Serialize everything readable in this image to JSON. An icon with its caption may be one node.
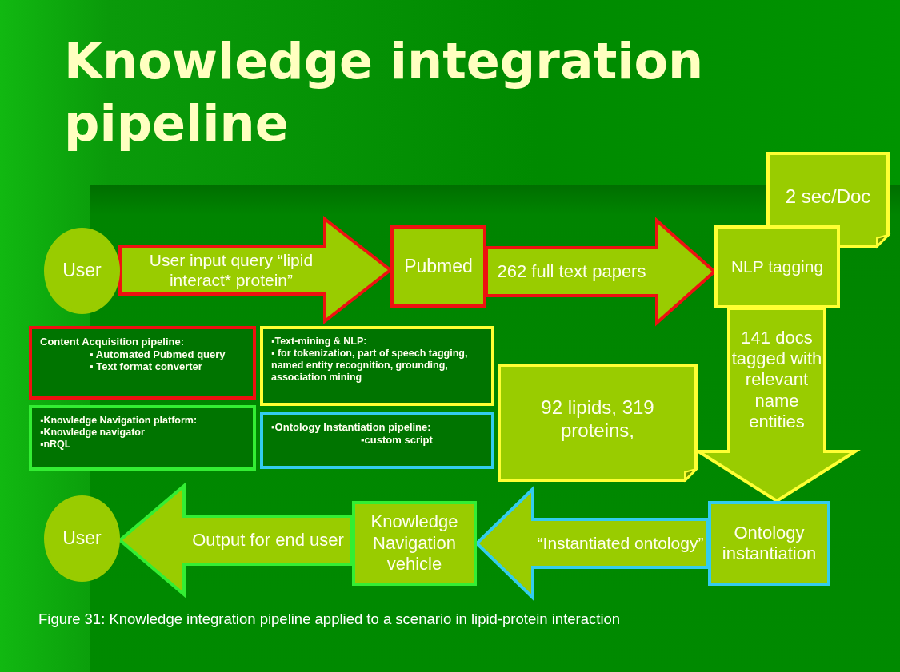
{
  "diagram": {
    "title": "Knowledge integration pipeline",
    "caption": "Figure 31: Knowledge integration pipeline applied to a scenario in lipid-protein interaction",
    "nodes": [
      {
        "text": [
          "User"
        ]
      },
      {
        "text": [
          "Pubmed"
        ]
      },
      {
        "text": [
          "2 sec/Doc"
        ]
      },
      {
        "text": [
          "NLP tagging"
        ]
      },
      {
        "text": [
          "Content Acquisition pipeline:",
          "▪ Automated Pubmed query",
          "▪ Text format converter"
        ]
      },
      {
        "text": [
          "▪Text-mining & NLP:",
          "▪ for tokenization, part of speech tagging, named entity recognition, grounding, association mining"
        ]
      },
      {
        "text": [
          "92 lipids, 319 proteins,"
        ]
      },
      {
        "text": [
          "▪Knowledge Navigation platform:",
          "▪Knowledge navigator",
          "▪nRQL"
        ]
      },
      {
        "text": [
          "▪Ontology Instantiation pipeline:",
          "▪custom script"
        ]
      },
      {
        "text": [
          "User"
        ]
      },
      {
        "text": [
          "Knowledge Navigation vehicle"
        ]
      },
      {
        "text": [
          "Ontology instantiation"
        ]
      }
    ],
    "edges": [
      {
        "from": 0,
        "to": 1,
        "arrow": "to",
        "label": "User input query “lipid interact* protein”",
        "style": "thick",
        "color": "#ee1111"
      },
      {
        "from": 1,
        "to": 3,
        "arrow": "to",
        "label": "262 full text papers",
        "style": "thick",
        "color": "#ee1111"
      },
      {
        "from": 3,
        "to": 11,
        "arrow": "to",
        "label": "141 docs tagged with relevant name entities",
        "style": "thick",
        "color": "#ffff33"
      },
      {
        "from": 11,
        "to": 10,
        "arrow": "to",
        "label": "“Instantiated ontology”",
        "style": "thick",
        "color": "#33ccee"
      },
      {
        "from": 10,
        "to": 9,
        "arrow": "to",
        "label": "Output for end user",
        "style": "thick",
        "color": "#33ee33"
      }
    ]
  }
}
